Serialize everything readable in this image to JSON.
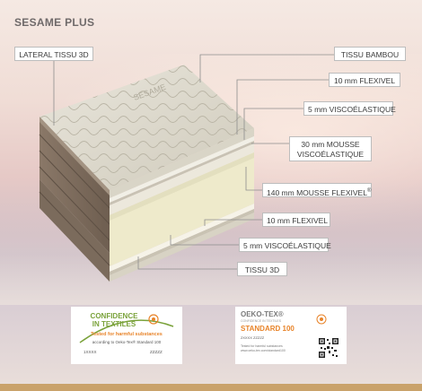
{
  "title": "SESAME PLUS",
  "labels": {
    "lateral": "LATERAL TISSU 3D",
    "tissu_bambou": "TISSU BAMBOU",
    "flexivel_top": "10 mm FLEXIVEL",
    "visco_top": "5 mm VISCOÉLASTIQUE",
    "mousse_line1": "30 mm MOUSSE",
    "mousse_line2": "VISCOÉLASTIQUE",
    "mousse_flexivel": "140 mm MOUSSE FLEXIVEL",
    "mousse_flexivel_reg": "®",
    "flexivel_bottom": "10 mm FLEXIVEL",
    "visco_bottom": "5 mm VISCOÉLASTIQUE",
    "tissu_3d": "TISSU 3D"
  },
  "mattress_brand_text": "SESAME",
  "badges": {
    "confidence": {
      "line1": "CONFIDENCE",
      "line2": "IN TEXTILES",
      "line3": "Tested for harmful substances",
      "line4": "according to Oeko-Tex® Standard 100",
      "code_left": "1XXXX",
      "code_right": "ZZZZZ"
    },
    "oekotex": {
      "brand": "OEKO-TEX®",
      "tagline": "CONFIDENCE IN TEXTILES",
      "standard": "STANDARD 100",
      "code": "2XXXX ZZZZZ",
      "small1": "Tested for harmful substances",
      "small2": "www.oeko-tex.com/standard100"
    }
  },
  "colors": {
    "accent_green": "#7aa23a",
    "accent_orange": "#e8842a",
    "gold": "#c9a26a"
  }
}
